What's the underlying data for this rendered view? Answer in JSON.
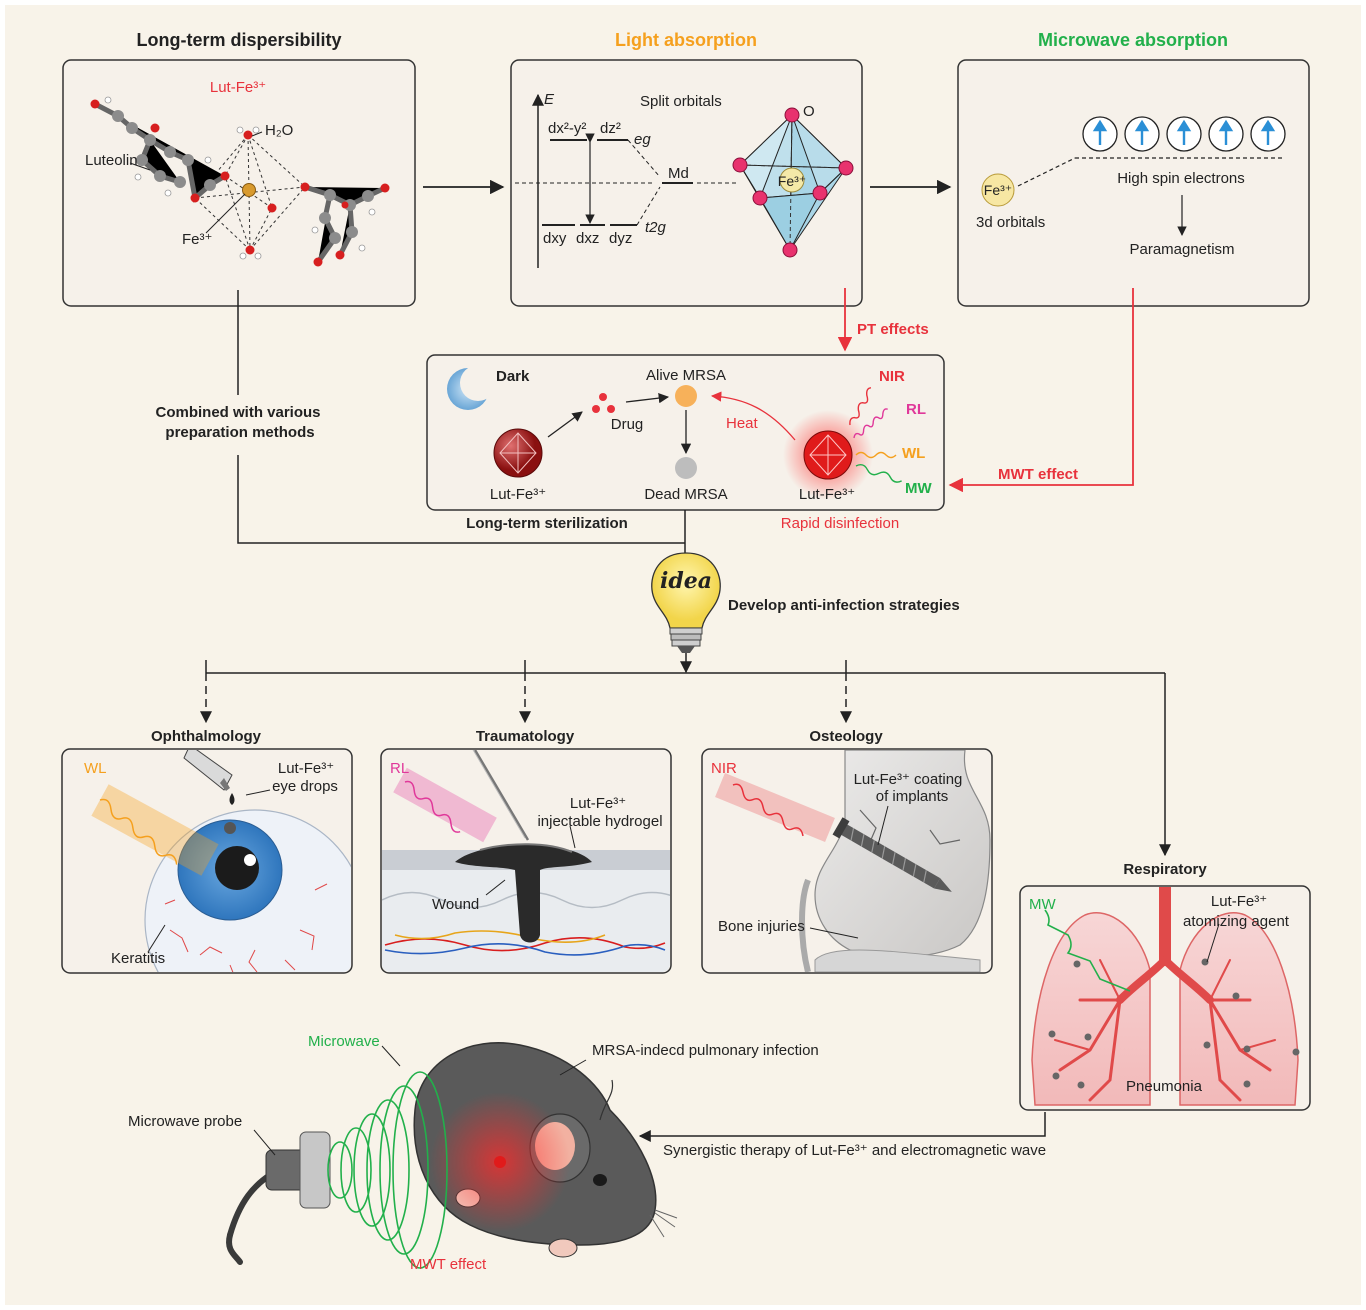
{
  "top": {
    "dispersibility": {
      "title": "Long-term dispersibility",
      "compound": "Lut-Fe³⁺",
      "water": "H₂O",
      "ligand": "Luteolin",
      "iron": "Fe³⁺"
    },
    "light": {
      "title": "Light absorption",
      "energy_axis": "E",
      "split": "Split orbitals",
      "dx2y2": "dx²-y²",
      "dz2": "dz²",
      "eg": "eg",
      "md": "Md",
      "dxy": "dxy",
      "dxz": "dxz",
      "dyz": "dyz",
      "t2g": "t2g",
      "oxygen": "O",
      "center": "Fe³⁺"
    },
    "microwave": {
      "title": "Microwave absorption",
      "iron": "Fe³⁺",
      "orbitals": "3d orbitals",
      "spin": "High spin electrons",
      "para": "Paramagnetism"
    }
  },
  "middle": {
    "pt_effects": "PT effects",
    "mwt_effect": "MWT effect",
    "combined_line1": "Combined with various",
    "combined_line2": "preparation methods",
    "dark": "Dark",
    "alive": "Alive MRSA",
    "drug": "Drug",
    "dead": "Dead MRSA",
    "heat": "Heat",
    "lut_left": "Lut-Fe³⁺",
    "lut_right": "Lut-Fe³⁺",
    "nir": "NIR",
    "rl": "RL",
    "wl": "WL",
    "mw": "MW",
    "sterilization": "Long-term sterilization",
    "disinfection": "Rapid disinfection",
    "idea": "idea",
    "develop": "Develop anti-infection strategies"
  },
  "apps": {
    "ophthalmology": {
      "title": "Ophthalmology",
      "light": "WL",
      "drops_1": "Lut-Fe³⁺",
      "drops_2": "eye drops",
      "disease": "Keratitis"
    },
    "traumatology": {
      "title": "Traumatology",
      "light": "RL",
      "gel_1": "Lut-Fe³⁺",
      "gel_2": "injectable hydrogel",
      "wound": "Wound"
    },
    "osteology": {
      "title": "Osteology",
      "light": "NIR",
      "coat_1": "Lut-Fe³⁺ coating",
      "coat_2": "of implants",
      "bone": "Bone injuries"
    },
    "respiratory": {
      "title": "Respiratory",
      "light": "MW",
      "agent_1": "Lut-Fe³⁺",
      "agent_2": "atomizing agent",
      "disease": "Pneumonia"
    }
  },
  "bottom": {
    "microwave": "Microwave",
    "probe": "Microwave probe",
    "infection": "MRSA-indecd pulmonary infection",
    "synergy": "Synergistic therapy of Lut-Fe³⁺ and electromagnetic wave",
    "mwt": "MWT effect"
  },
  "colors": {
    "background": "#f8f3e9",
    "panel": "#f6f1ea",
    "red": "#e8323c",
    "orange": "#f5a01e",
    "green": "#22b04b",
    "magenta": "#e0389a",
    "blue": "#2a8fd6"
  }
}
